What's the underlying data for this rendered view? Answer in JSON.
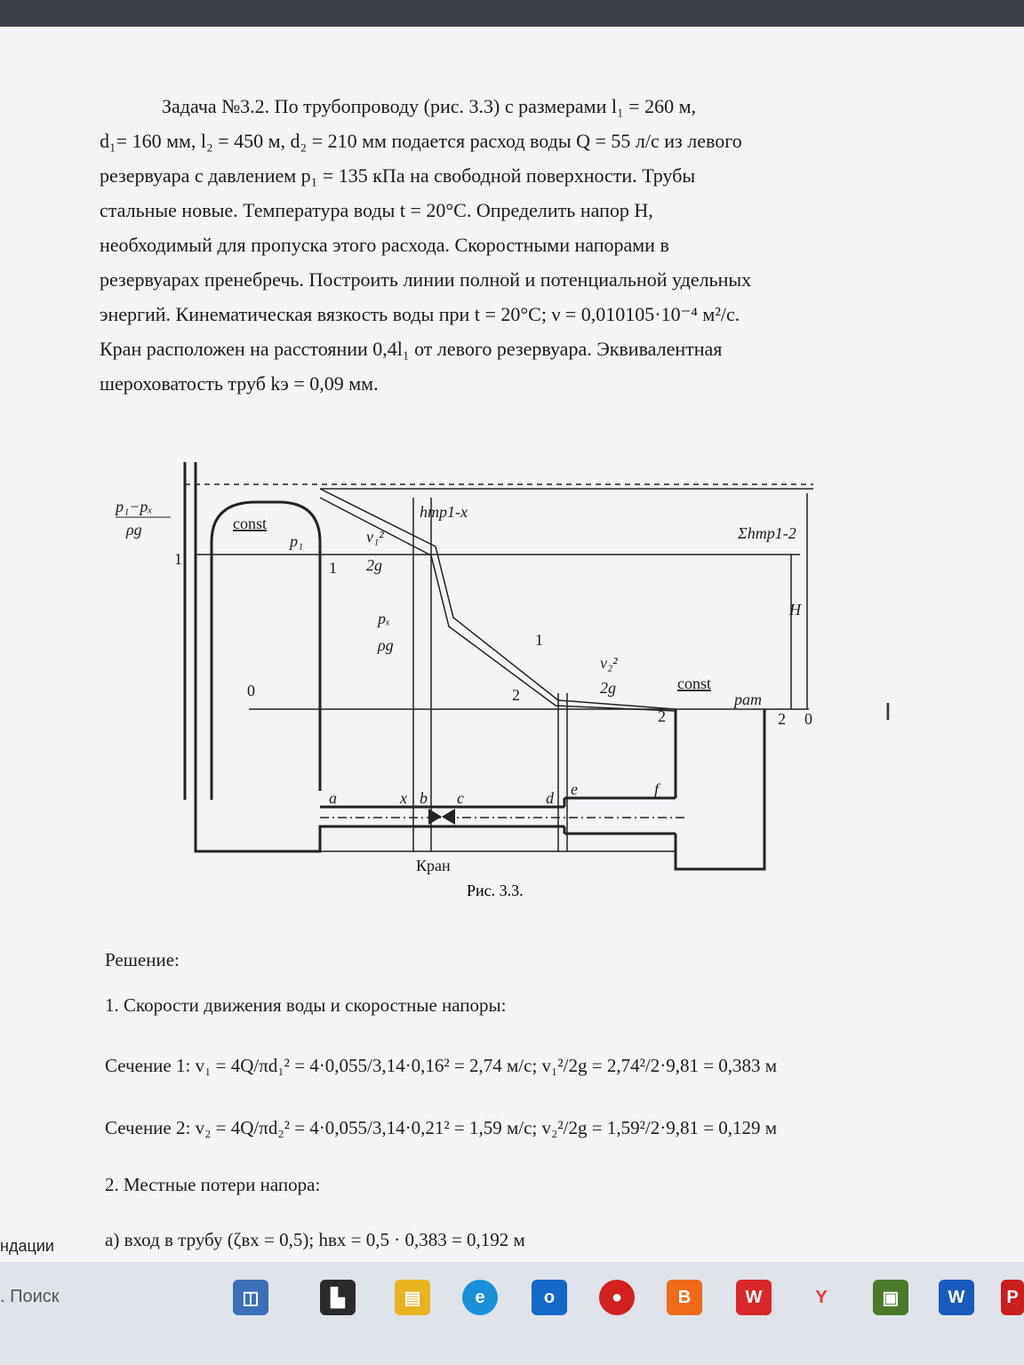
{
  "problem": {
    "lines": [
      "Задача №3.2. По трубопроводу (рис. 3.3) с размерами l₁ = 260 м,",
      "d₁= 160 мм, l₂ = 450 м, d₂ = 210 мм подается расход воды Q = 55 л/с из левого",
      "резервуара с давлением p₁ = 135 кПа на свободной поверхности. Трубы",
      "стальные новые. Температура воды t = 20°C. Определить напор H,",
      "необходимый для пропуска этого расхода. Скоростными напорами в",
      "резервуарах пренебречь. Построить линии полной и потенциальной удельных",
      "энергий. Кинематическая вязкость воды при t = 20°C; ν = 0,010105·10⁻⁴ м²/с.",
      "Кран расположен на расстоянии 0,4l₁ от левого резервуара. Эквивалентная",
      "шероховатость труб kэ = 0,09 мм."
    ]
  },
  "figure": {
    "caption": "Рис. 3.3.",
    "labels": {
      "p_diff": "p₁−pₓ",
      "rho_g": "ρg",
      "const_left": "const",
      "p1": "p₁",
      "v1": "v₁²",
      "g2": "2g",
      "h_tr": "hтр1-x",
      "sum_h": "Σhтр1-2",
      "H": "H",
      "px": "pₓ",
      "v2": "v₂²",
      "const_right": "const",
      "patm": "pат",
      "kran": "Кран",
      "one": "1",
      "two": "2",
      "zero": "0",
      "a": "a",
      "x": "x",
      "b": "b",
      "c": "c",
      "d": "d",
      "e": "e",
      "f": "f"
    }
  },
  "solution": {
    "title": "Решение:",
    "step1": "1. Скорости движения воды и скоростные напоры:",
    "sec1": "Сечение 1: v₁ = 4Q/πd₁² = 4·0,055/3,14·0,16² = 2,74 м/с; v₁²/2g = 2,74²/2·9,81 = 0,383 м",
    "sec2": "Сечение 2: v₂ = 4Q/πd₂² = 4·0,055/3,14·0,21² = 1,59 м/с; v₂²/2g = 1,59²/2·9,81 = 0,129 м",
    "step2": "2. Местные потери напора:",
    "step2a": "а) вход в трубу (ζвх = 0,5); hвх = 0,5 · 0,383 = 0,192 м"
  },
  "os": {
    "left_text": "ндации",
    "search_label": "Поиск"
  },
  "taskbar_icons": [
    {
      "name": "widgets",
      "color": "#3b6fb6"
    },
    {
      "name": "task-view",
      "color": "#222222"
    },
    {
      "name": "file-explorer",
      "color": "#e8b320"
    },
    {
      "name": "edge",
      "color": "#1b8fd8"
    },
    {
      "name": "outlook",
      "color": "#1468c8"
    },
    {
      "name": "app-red",
      "color": "#d21f1f"
    },
    {
      "name": "app-b",
      "color": "#ef6a1b"
    },
    {
      "name": "wps",
      "color": "#d9262a"
    },
    {
      "name": "yandex",
      "color": "#e53a35"
    },
    {
      "name": "app-green",
      "color": "#4a7a2a"
    },
    {
      "name": "word",
      "color": "#185abd"
    },
    {
      "name": "app-pdf",
      "color": "#c81e1e"
    }
  ]
}
